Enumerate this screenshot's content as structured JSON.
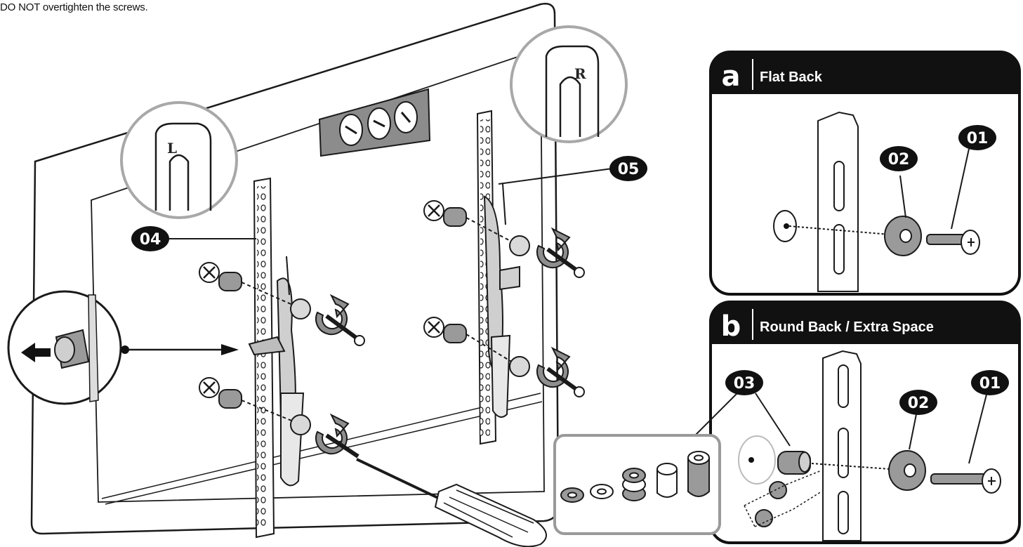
{
  "instruction_text": "DO NOT overtighten the screws.",
  "callouts": {
    "c01": "01",
    "c02": "02",
    "c03": "03",
    "c04": "04",
    "c05": "05"
  },
  "bracket_tags": {
    "left": "L",
    "right": "R"
  },
  "panel_a": {
    "letter": "a",
    "title": "Flat Back"
  },
  "panel_b": {
    "letter": "b",
    "title": "Round Back / Extra Space"
  },
  "colors": {
    "line": "#1a1a1a",
    "grey_fill": "#9a9a9a",
    "light_grey": "#d9d9d9",
    "panel_header": "#111111"
  },
  "icons": [
    "screwdriver-icon",
    "rotate-arrow-icon",
    "push-arrow-icon"
  ]
}
